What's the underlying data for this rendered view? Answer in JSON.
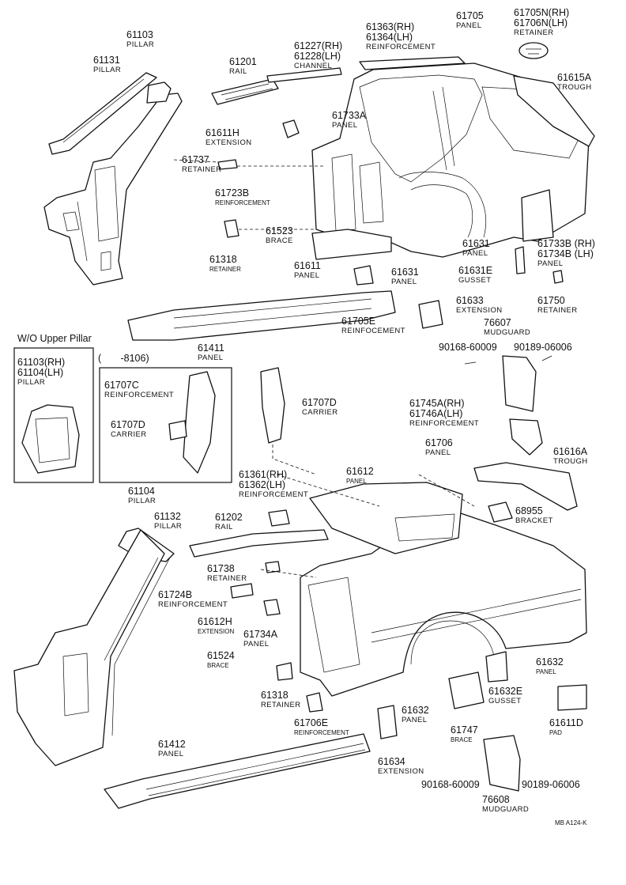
{
  "callouts": [
    {
      "n": "61103",
      "d": "PILLAR"
    },
    {
      "n": "61131",
      "d": "PILLAR"
    },
    {
      "n": "61201",
      "d": "RAIL"
    },
    {
      "n": "61227(RH)",
      "n2": "61228(LH)",
      "d": "CHANNEL"
    },
    {
      "n": "61363(RH)",
      "n2": "61364(LH)",
      "d": "REINFORCEMENT"
    },
    {
      "n": "61705",
      "d": "PANEL"
    },
    {
      "n": "61705N(RH)",
      "n2": "61706N(LH)",
      "d": "RETAINER"
    },
    {
      "n": "61615A",
      "d": "TROUGH"
    },
    {
      "n": "61611H",
      "d": "EXTENSION"
    },
    {
      "n": "61733A",
      "d": "PANEL"
    },
    {
      "n": "61737",
      "d": "RETAINER"
    },
    {
      "n": "61723B",
      "d": "REINFORCEMENT"
    },
    {
      "n": "61523",
      "d": "BRACE"
    },
    {
      "n": "61318",
      "d": "RETAINER"
    },
    {
      "n": "61611",
      "d": "PANEL"
    },
    {
      "n": "61631",
      "d": "PANEL"
    },
    {
      "n": "61631",
      "d": "PANEL"
    },
    {
      "n": "61631E",
      "d": "GUSSET"
    },
    {
      "n": "61733B (RH)",
      "n2": "61734B (LH)",
      "d": "PANEL"
    },
    {
      "n": "61750",
      "d": "RETAINER"
    },
    {
      "n": "61633",
      "d": "EXTENSION"
    },
    {
      "n": "61705E",
      "d": "REINFOCEMENT"
    },
    {
      "n": "61411",
      "d": "PANEL"
    },
    {
      "n": "76607",
      "d": "MUDGUARD"
    },
    {
      "n": "90168-60009"
    },
    {
      "n": "90189-06006"
    },
    {
      "n": "61103(RH)",
      "n2": "61104(LH)",
      "d": "PILLAR"
    },
    {
      "n": "61707C",
      "d": "REINFORCEMENT"
    },
    {
      "n": "61707D",
      "d": "CARRIER"
    },
    {
      "n": "61707D",
      "d": "CARRIER"
    },
    {
      "n": "61745A(RH)",
      "n2": "61746A(LH)",
      "d": "REINFORCEMENT"
    },
    {
      "n": "61706",
      "d": "PANEL"
    },
    {
      "n": "61616A",
      "d": "TROUGH"
    },
    {
      "n": "61361(RH)",
      "n2": "61362(LH)",
      "d": "REINFORCEMENT"
    },
    {
      "n": "61612",
      "d": "PANEL"
    },
    {
      "n": "61104",
      "d": "PILLAR"
    },
    {
      "n": "61132",
      "d": "PILLAR"
    },
    {
      "n": "61202",
      "d": "RAIL"
    },
    {
      "n": "68955",
      "d": "BRACKET"
    },
    {
      "n": "61738",
      "d": "RETAINER"
    },
    {
      "n": "61724B",
      "d": "REINFORCEMENT"
    },
    {
      "n": "61612H",
      "d": "EXTENSION"
    },
    {
      "n": "61734A",
      "d": "PANEL"
    },
    {
      "n": "61524",
      "d": "BRACE"
    },
    {
      "n": "61632",
      "d": "PANEL"
    },
    {
      "n": "61318",
      "d": "RETAINER"
    },
    {
      "n": "61632E",
      "d": "GUSSET"
    },
    {
      "n": "61706E",
      "d": "REINFORCEMENT"
    },
    {
      "n": "61632",
      "d": "PANEL"
    },
    {
      "n": "61747",
      "d": "BRACE"
    },
    {
      "n": "61611D",
      "d": "PAD"
    },
    {
      "n": "61412",
      "d": "PANEL"
    },
    {
      "n": "61634",
      "d": "EXTENSION"
    },
    {
      "n": "90168-60009"
    },
    {
      "n": "90189-06006"
    },
    {
      "n": "76608",
      "d": "MUDGUARD"
    }
  ],
  "wo_upper_pillar_label": "W/O Upper Pillar",
  "date_range_label": "(       -8106)",
  "diagram_code": "MB A124-K"
}
